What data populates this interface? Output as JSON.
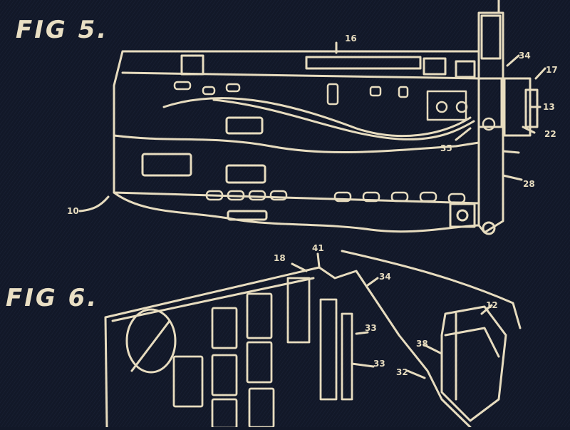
{
  "figures": {
    "fig5": {
      "title": "FIG 5.",
      "refs": [
        "16",
        "34",
        "17",
        "13",
        "22",
        "35",
        "28",
        "10"
      ]
    },
    "fig6": {
      "title": "FIG 6.",
      "refs": [
        "18",
        "41",
        "34",
        "33",
        "33",
        "38",
        "32",
        "12"
      ]
    }
  },
  "colors": {
    "background": "#121828",
    "linework": "#e7dcbf"
  }
}
